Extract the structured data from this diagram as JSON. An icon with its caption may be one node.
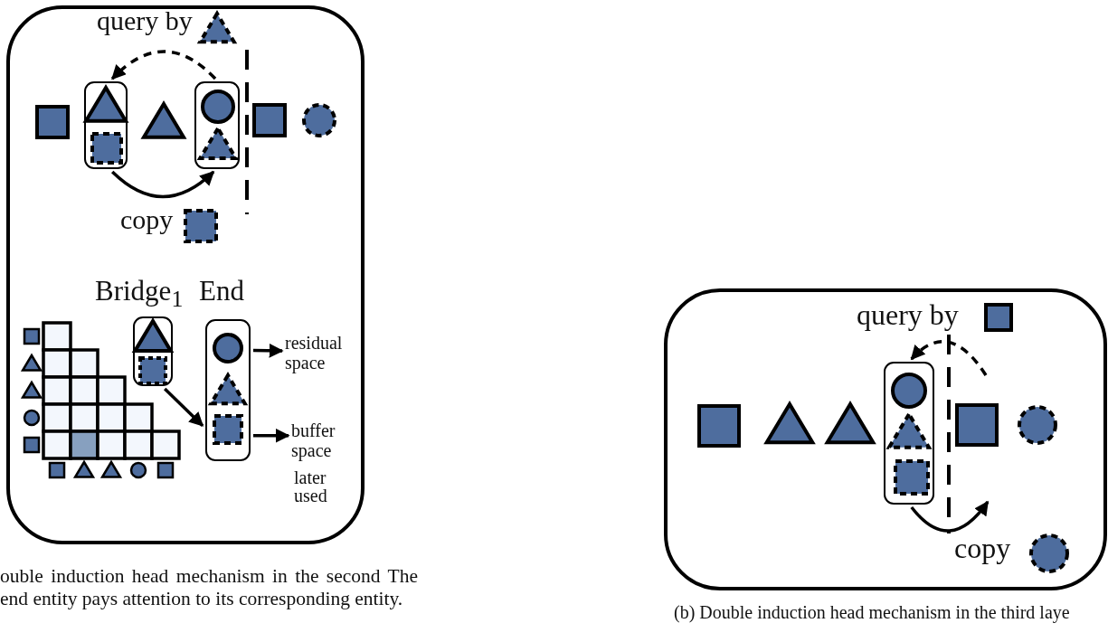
{
  "diagram": {
    "nodes": [
      {
        "text": [],
        "shape": "box"
      },
      {
        "text": [],
        "shape": "box"
      },
      {
        "text": [
          "Bridge$_{1}$"
        ]
      },
      {
        "text": [
          "End"
        ]
      },
      {
        "text": [
          "residual space"
        ]
      },
      {
        "text": [
          "buffer space"
        ]
      },
      {
        "text": [],
        "shape": "box"
      }
    ],
    "edges": [
      {
        "from": 1,
        "to": 0,
        "arrow": "to",
        "style": "dashed",
        "label": "query by"
      },
      {
        "from": 0,
        "to": 1,
        "arrow": "to",
        "label": "copy"
      },
      {
        "from": 2,
        "to": 3,
        "arrow": "to"
      },
      {
        "from": 3,
        "to": 4,
        "arrow": "to"
      },
      {
        "from": 3,
        "to": 5,
        "arrow": "to"
      },
      {
        "from": null,
        "to": 6,
        "arrow": "to",
        "style": "dashed",
        "label": "query by"
      },
      {
        "from": 6,
        "to": null,
        "arrow": "to",
        "label": "copy"
      }
    ],
    "labels": [
      "later used",
      "ouble induction head mechanism in the second The end entity pays attention to its corresponding entity.",
      "(b) Double induction head mechanism in the third laye"
    ]
  }
}
